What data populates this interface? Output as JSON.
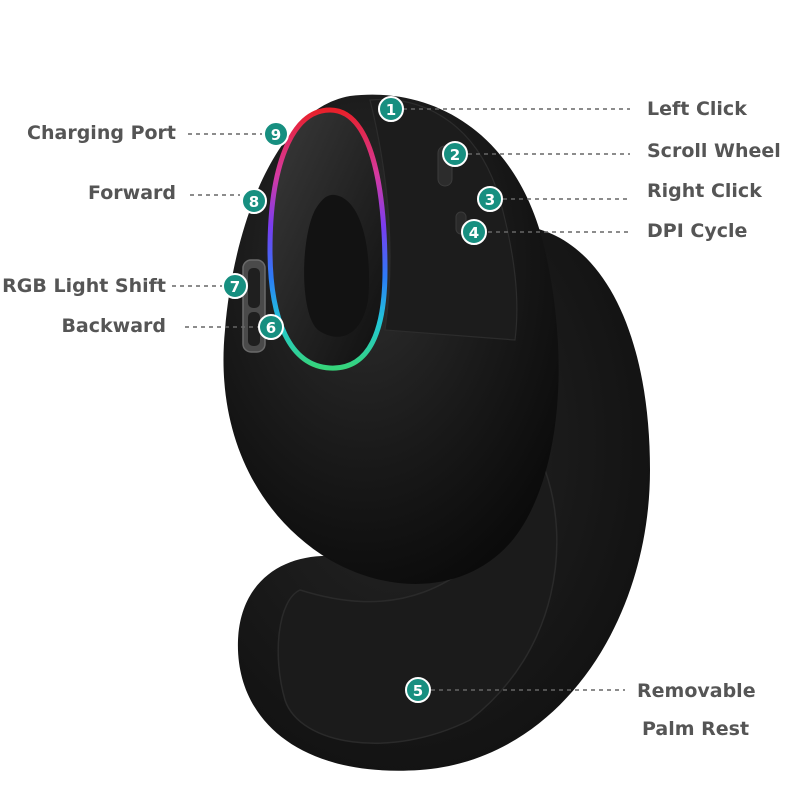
{
  "diagram": {
    "callouts": [
      {
        "number": "1",
        "label": "Left Click"
      },
      {
        "number": "2",
        "label": "Scroll Wheel"
      },
      {
        "number": "3",
        "label": "Right Click"
      },
      {
        "number": "4",
        "label": "DPI Cycle"
      },
      {
        "number": "5",
        "label": "Removable",
        "label2": "Palm Rest"
      },
      {
        "number": "6",
        "label": "Backward"
      },
      {
        "number": "7",
        "label": "RGB Light Shift"
      },
      {
        "number": "8",
        "label": "Forward"
      },
      {
        "number": "9",
        "label": "Charging Port"
      }
    ],
    "colors": {
      "badge": "#178f80",
      "label_text": "#555555",
      "mouse_body": "#151515",
      "rgb_ring": [
        "#e8202a",
        "#d63aa0",
        "#7a3cf0",
        "#2b7cf6",
        "#22c8d8",
        "#36d47a"
      ]
    }
  }
}
